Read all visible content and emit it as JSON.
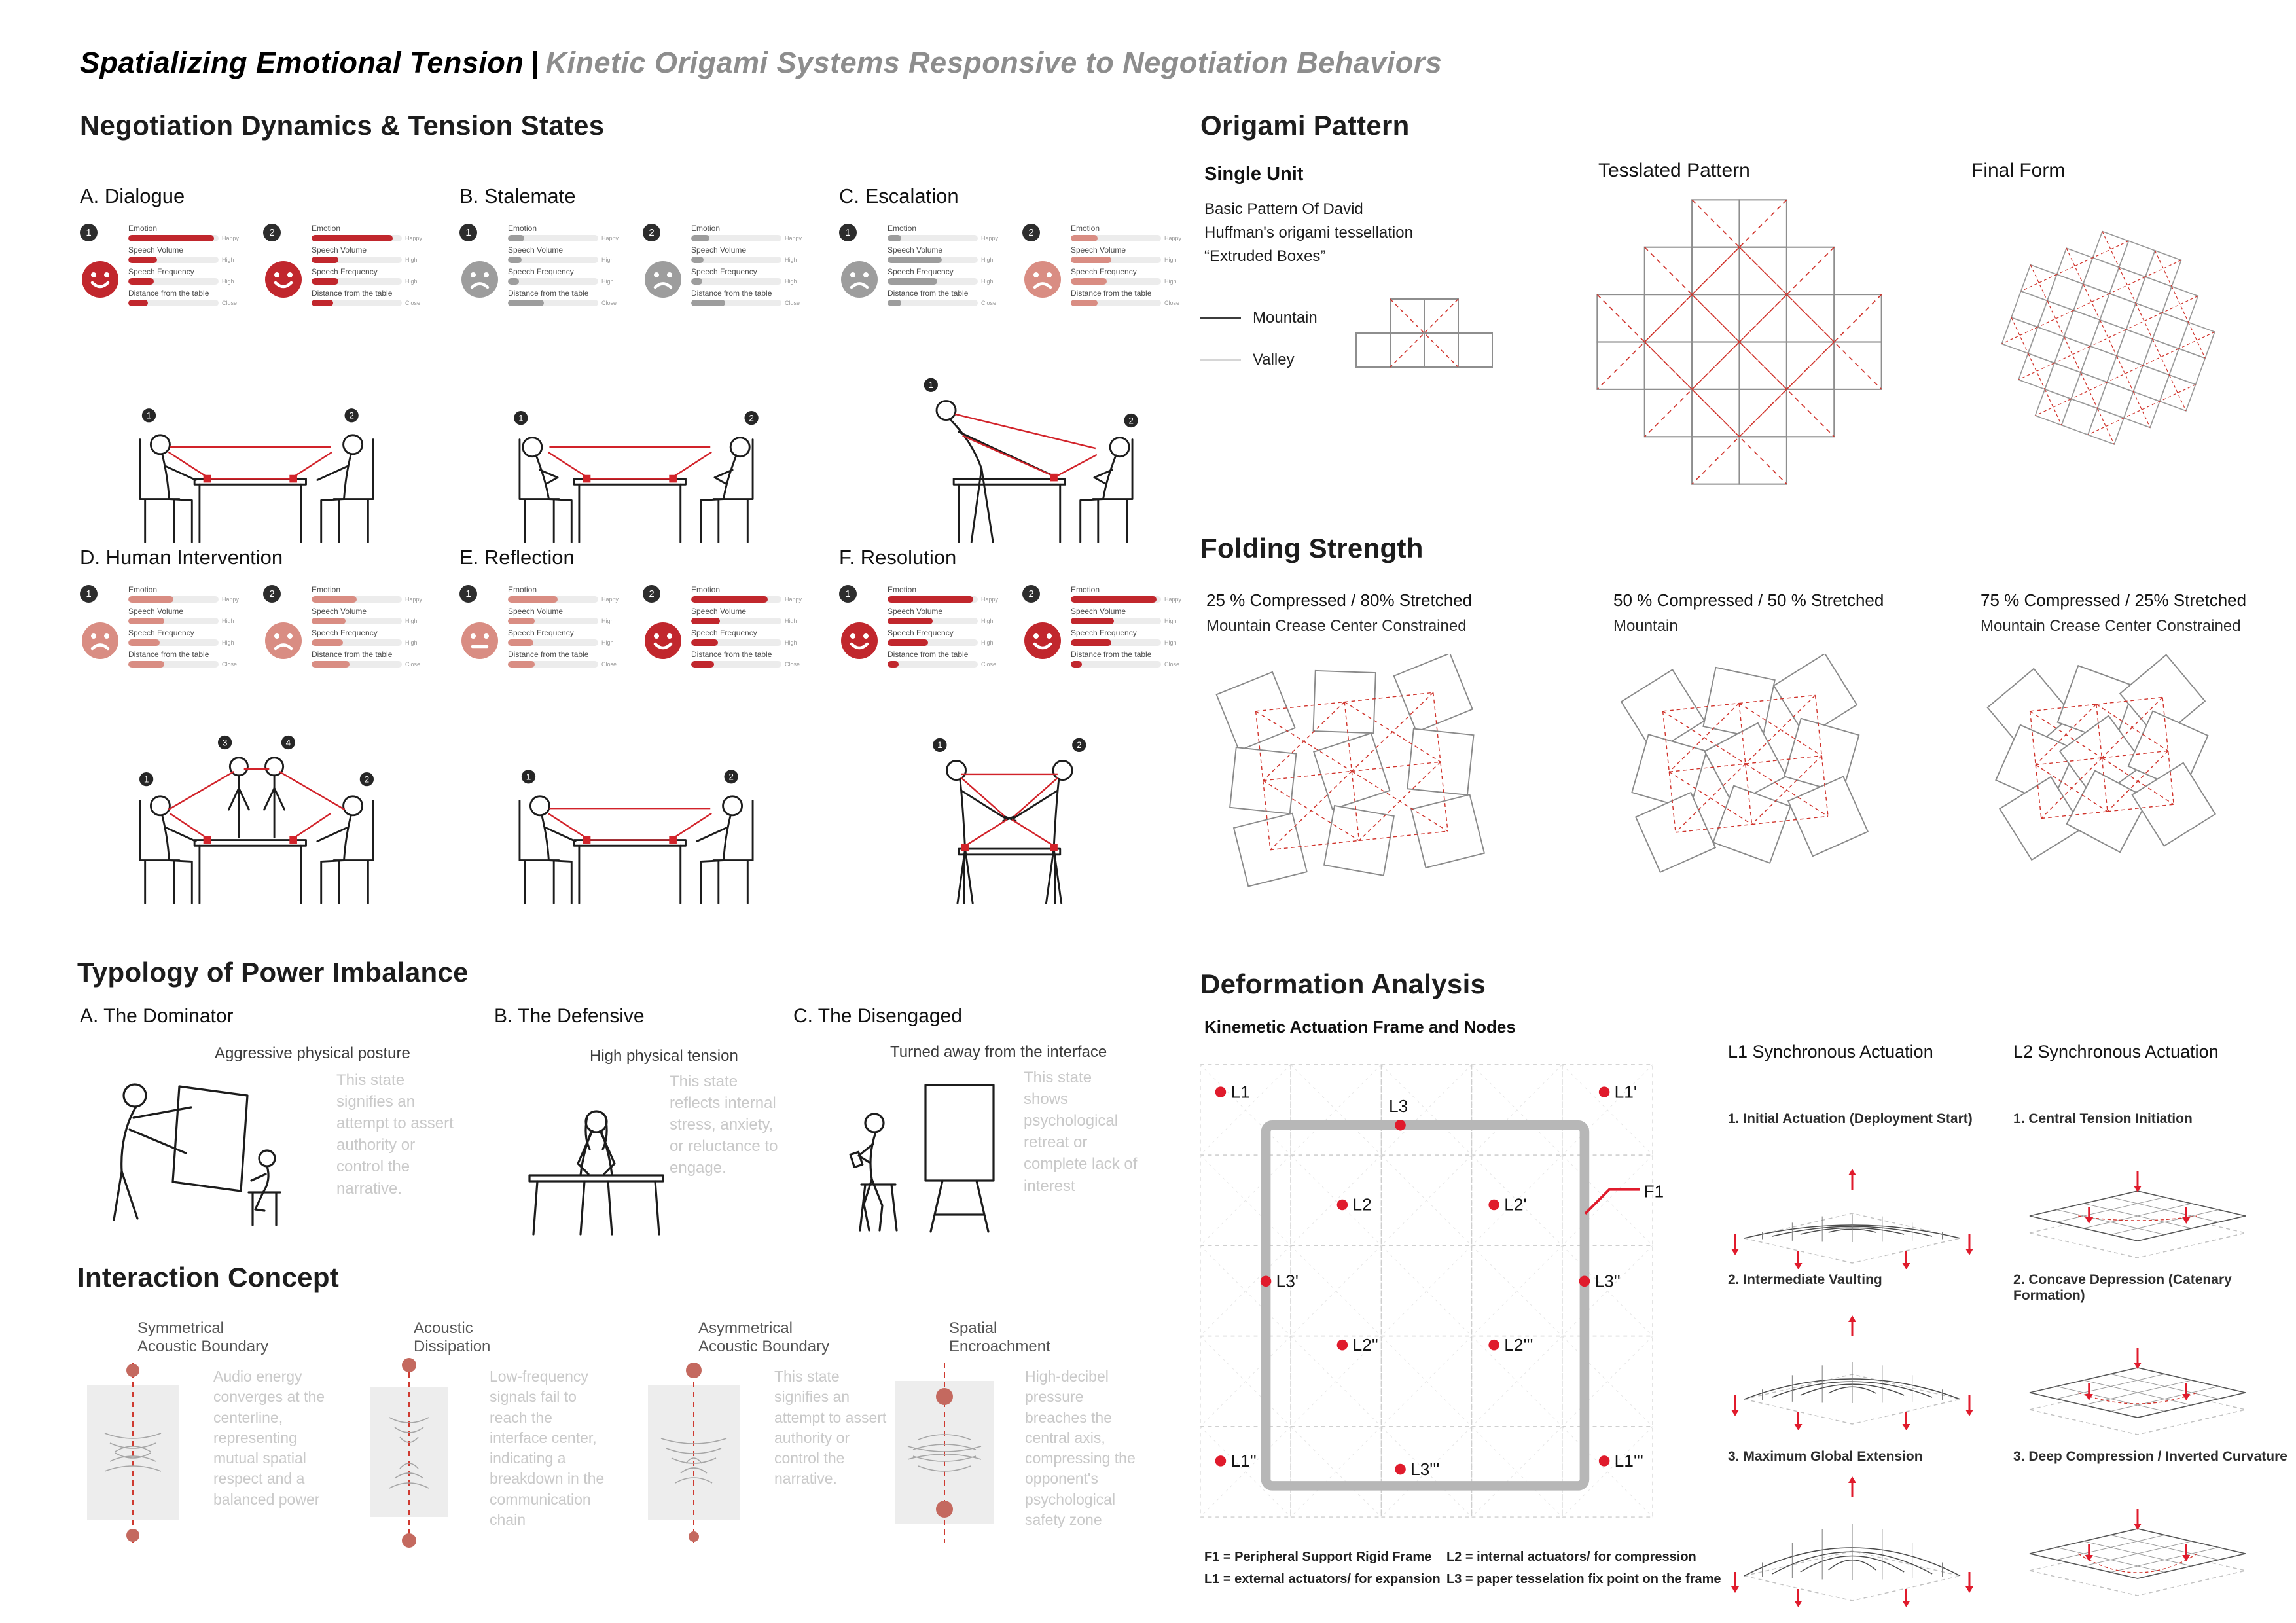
{
  "title": {
    "primary": "Spatializing Emotional Tension",
    "separator": "|",
    "secondary": "Kinetic Origami Systems Responsive to Negotiation Behaviors"
  },
  "colors": {
    "red": "#c1272d",
    "salmon": "#d98d83",
    "gray": "#9d9d9d",
    "node_red": "#e01b2c"
  },
  "negotiation": {
    "heading": "Negotiation Dynamics & Tension States",
    "slider_labels": [
      "Emotion",
      "Speech Volume",
      "Speech Frequency",
      "Distance from the table"
    ],
    "slider_end_labels": [
      "Happy",
      "High",
      "High",
      "Close"
    ],
    "panels": [
      {
        "id": "A",
        "title": "A. Dialogue",
        "scene": "dialogue",
        "persons": [
          {
            "num": "1",
            "face": "smile",
            "tone": "red",
            "values": [
              0.95,
              0.32,
              0.28,
              0.22
            ]
          },
          {
            "num": "2",
            "face": "smile",
            "tone": "red",
            "values": [
              0.9,
              0.3,
              0.3,
              0.24
            ]
          }
        ]
      },
      {
        "id": "B",
        "title": "B. Stalemate",
        "scene": "stalemate",
        "persons": [
          {
            "num": "1",
            "face": "frown",
            "tone": "gray",
            "values": [
              0.18,
              0.15,
              0.12,
              0.4
            ]
          },
          {
            "num": "2",
            "face": "frown",
            "tone": "gray",
            "values": [
              0.2,
              0.14,
              0.12,
              0.38
            ]
          }
        ]
      },
      {
        "id": "C",
        "title": "C. Escalation",
        "scene": "escalation",
        "persons": [
          {
            "num": "1",
            "face": "frown",
            "tone": "gray",
            "values": [
              0.15,
              0.6,
              0.55,
              0.15
            ]
          },
          {
            "num": "2",
            "face": "frown",
            "tone": "salmon",
            "values": [
              0.3,
              0.45,
              0.4,
              0.3
            ]
          }
        ]
      },
      {
        "id": "D",
        "title": "D. Human Intervention",
        "scene": "intervention",
        "persons": [
          {
            "num": "1",
            "face": "frown",
            "tone": "salmon",
            "values": [
              0.5,
              0.4,
              0.35,
              0.4
            ]
          },
          {
            "num": "2",
            "face": "frown",
            "tone": "salmon",
            "values": [
              0.5,
              0.38,
              0.35,
              0.42
            ]
          }
        ]
      },
      {
        "id": "E",
        "title": "E. Reflection",
        "scene": "reflection",
        "persons": [
          {
            "num": "1",
            "face": "neutral",
            "tone": "salmon",
            "values": [
              0.55,
              0.3,
              0.28,
              0.3
            ]
          },
          {
            "num": "2",
            "face": "smile",
            "tone": "red",
            "values": [
              0.85,
              0.32,
              0.3,
              0.25
            ]
          }
        ]
      },
      {
        "id": "F",
        "title": "F. Resolution",
        "scene": "resolution",
        "persons": [
          {
            "num": "1",
            "face": "smile",
            "tone": "red",
            "values": [
              0.95,
              0.5,
              0.45,
              0.12
            ]
          },
          {
            "num": "2",
            "face": "smile",
            "tone": "red",
            "values": [
              0.95,
              0.48,
              0.45,
              0.12
            ]
          }
        ]
      }
    ]
  },
  "typology": {
    "heading": "Typology of Power Imbalance",
    "items": [
      {
        "title": "A. The Dominator",
        "caption": "Aggressive physical posture",
        "body": "This state signifies an attempt to assert authority or control the narrative."
      },
      {
        "title": "B. The Defensive",
        "caption": "High physical tension",
        "body": "This state reflects internal stress, anxiety, or reluctance to engage."
      },
      {
        "title": "C. The Disengaged",
        "caption": "Turned away from the interface",
        "body": "This state shows psychological retreat or complete lack of interest"
      }
    ]
  },
  "interaction": {
    "heading": "Interaction Concept",
    "items": [
      {
        "title": "Symmetrical Acoustic Boundary",
        "body": "Audio energy converges at the centerline, representing mutual spatial respect and a balanced power"
      },
      {
        "title": "Acoustic Dissipation",
        "body": "Low-frequency signals fail to reach the interface center, indicating a breakdown in the communication chain"
      },
      {
        "title": "Asymmetrical Acoustic Boundary",
        "body": "This state signifies an attempt to assert authority or control the narrative."
      },
      {
        "title": "Spatial Encroachment",
        "body": "High-decibel pressure breaches the central axis, compressing the opponent's psychological safety zone"
      }
    ]
  },
  "origami": {
    "heading": "Origami Pattern",
    "single_unit": {
      "title": "Single Unit",
      "desc": "Basic Pattern Of David Huffman's origami tessellation “Extruded Boxes”"
    },
    "legend": [
      {
        "label": "Mountain",
        "style": "solid"
      },
      {
        "label": "Valley",
        "style": "light"
      }
    ],
    "tesslated_title": "Tesslated Pattern",
    "final_title": "Final Form"
  },
  "folding": {
    "heading": "Folding Strength",
    "states": [
      {
        "title": "25 % Compressed / 80% Stretched",
        "subtitle": "Mountain Crease Center Constrained"
      },
      {
        "title": "50 % Compressed / 50 % Stretched",
        "subtitle": "Mountain"
      },
      {
        "title": "75 % Compressed / 25% Stretched",
        "subtitle": "Mountain Crease Center Constrained"
      }
    ]
  },
  "deformation": {
    "heading": "Deformation Analysis",
    "subtitle": "Kinemetic Actuation Frame and Nodes",
    "nodes": [
      "L1",
      "L3",
      "L1'",
      "L2",
      "L2'",
      "F1",
      "L3'",
      "L3''",
      "L2''",
      "L2'''",
      "L1''",
      "L3'''",
      "L1'''"
    ],
    "legend": [
      "F1 = Peripheral Support Rigid Frame",
      "L1 = external actuators/ for expansion",
      "L2 = internal actuators/ for compression",
      "L3 = paper tesselation fix point on the frame"
    ],
    "l1_column": {
      "title": "L1 Synchronous Actuation",
      "steps": [
        "1. Initial Actuation (Deployment Start)",
        "2. Intermediate Vaulting",
        "3. Maximum Global Extension"
      ]
    },
    "l2_column": {
      "title": "L2 Synchronous Actuation",
      "steps": [
        "1. Central Tension Initiation",
        "2. Concave Depression (Catenary Formation)",
        "3. Deep Compression / Inverted Curvature"
      ]
    }
  }
}
